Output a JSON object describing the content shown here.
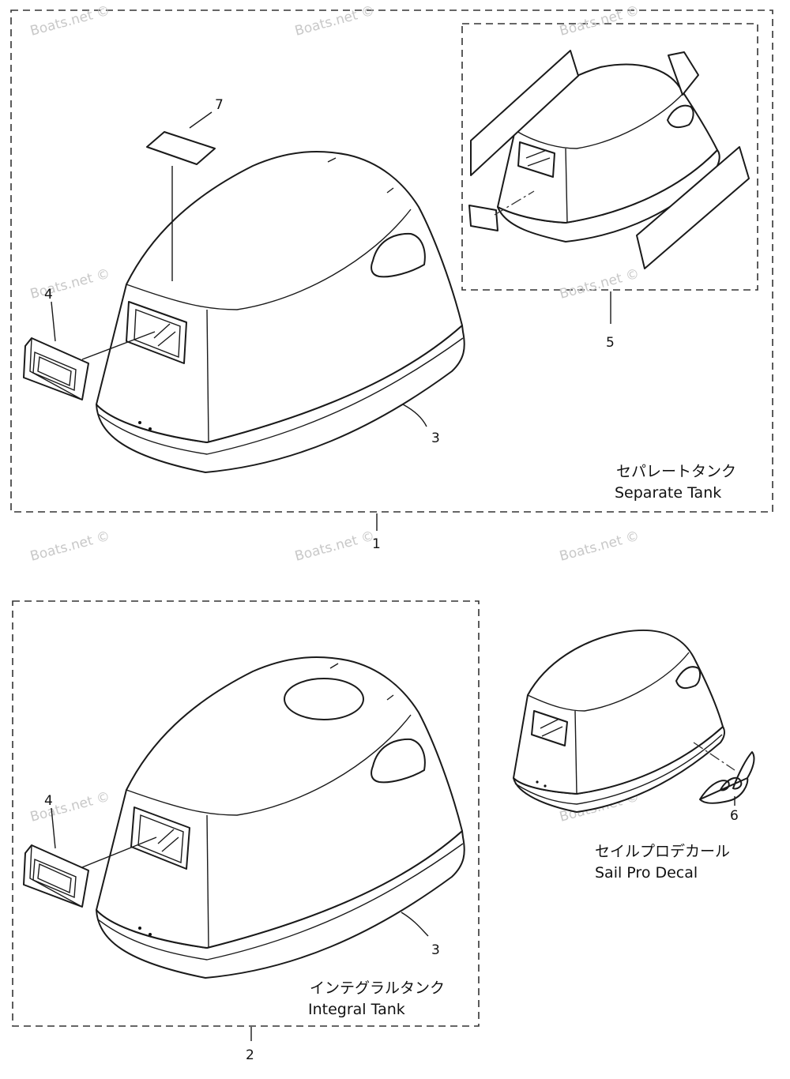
{
  "callouts": {
    "c1": "1",
    "c2": "2",
    "c3a": "3",
    "c3b": "3",
    "c4a": "4",
    "c4b": "4",
    "c5": "5",
    "c6": "6",
    "c7": "7"
  },
  "labels": {
    "separate_jp": "セパレートタンク",
    "separate_en": "Separate Tank",
    "integral_jp": "インテグラルタンク",
    "integral_en": "Integral Tank",
    "sailpro_jp": "セイルプロデカール",
    "sailpro_en": "Sail Pro Decal"
  },
  "watermark": "Boats.net ©"
}
